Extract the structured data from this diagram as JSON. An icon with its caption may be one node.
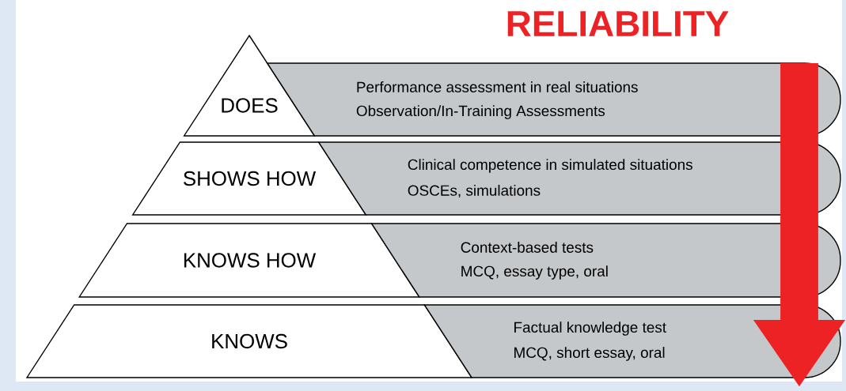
{
  "diagram": {
    "title": "RELIABILITY",
    "nodes": [
      {
        "text": [
          "DOES"
        ]
      },
      {
        "text": [
          "Performance assessment in real situations",
          "Observation/In-Training Assessments"
        ]
      },
      {
        "text": [
          "SHOWS HOW"
        ]
      },
      {
        "text": [
          "Clinical competence in simulated situations",
          "OSCEs, simulations"
        ]
      },
      {
        "text": [
          "KNOWS HOW"
        ]
      },
      {
        "text": [
          "Context-based tests",
          "MCQ, essay type, oral"
        ]
      },
      {
        "text": [
          "KNOWS"
        ]
      },
      {
        "text": [
          "Factual knowledge test",
          "MCQ, short essay, oral"
        ]
      }
    ],
    "edges": [
      {
        "from": 1,
        "to": 3,
        "arrow": "none"
      },
      {
        "from": 3,
        "to": 5,
        "arrow": "none"
      },
      {
        "from": 5,
        "to": 7,
        "arrow": "to"
      }
    ]
  }
}
